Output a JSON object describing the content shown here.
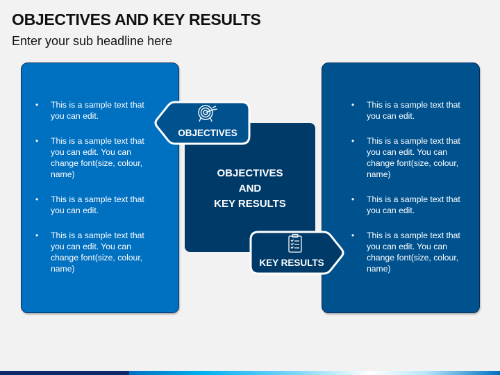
{
  "header": {
    "title": "OBJECTIVES AND KEY RESULTS",
    "subtitle": "Enter your sub headline here"
  },
  "left_panel": {
    "color": "#0070c0",
    "bullets": [
      "This is a sample text that you can edit.",
      "This is a sample text that you can edit. You can change font(size, colour, name)",
      "This is a sample text that you can edit.",
      "This is a sample text that you can edit. You can change font(size, colour, name)"
    ]
  },
  "right_panel": {
    "color": "#00528f",
    "bullets": [
      "This is a sample text that you can edit.",
      "This is a sample text that you can edit. You can change font(size, colour, name)",
      "This is a sample text that you can edit.",
      "This is a sample text that you can edit. You can change font(size, colour, name)"
    ]
  },
  "center_box": {
    "color": "#003a68",
    "line1": "OBJECTIVES",
    "line2": "AND",
    "line3": "KEY RESULTS"
  },
  "tags": {
    "objectives": {
      "label": "OBJECTIVES",
      "icon": "target-icon",
      "color": "#00528f"
    },
    "key_results": {
      "label": "KEY RESULTS",
      "icon": "clipboard-checklist-icon",
      "color": "#003a68"
    }
  },
  "bullet_glyph": "•",
  "footer": {
    "dark_color": "#0e2a6b",
    "accent_color": "#00b0f0"
  }
}
